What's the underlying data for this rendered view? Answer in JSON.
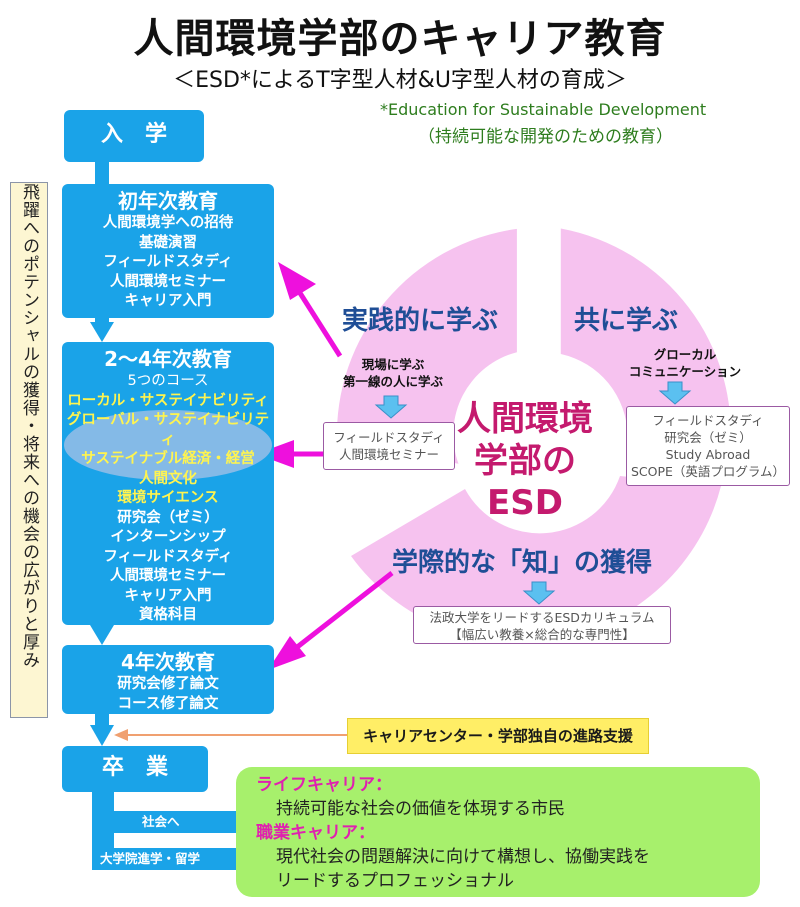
{
  "header": {
    "title": "人間環境学部のキャリア教育",
    "subtitle": "＜ESD*によるT字型人材&U字型人材の育成＞",
    "footnote_en": "*Education for Sustainable Development",
    "footnote_ja": "（持続可能な開発のための教育）"
  },
  "flow": {
    "entry": "入　学",
    "year1": {
      "title": "初年次教育",
      "items": [
        "人間環境学への招待",
        "基礎演習",
        "フィールドスタディ",
        "人間環境セミナー",
        "キャリア入門"
      ]
    },
    "year2_4": {
      "title": "2～4年次教育",
      "courses_label": "5つのコース",
      "courses": [
        "ローカル・サステイナビリティ",
        "グローバル・サステイナビリティ",
        "サステイナブル経済・経営",
        "人間文化",
        "環境サイエンス"
      ],
      "items": [
        "研究会（ゼミ）",
        "インターンシップ",
        "フィールドスタディ",
        "人間環境セミナー",
        "キャリア入門",
        "資格科目"
      ]
    },
    "year4": {
      "title": "4年次教育",
      "items": [
        "研究会修了論文",
        "コース修了論文"
      ]
    },
    "graduation": "卒　業",
    "to_society": "社会へ",
    "to_grad_school": "大学院進学・留学"
  },
  "sidebar_text": "飛躍へのポテンシャルの獲得・将来への機会の広がりと厚み",
  "esd_wheel": {
    "center_line1": "人間環境",
    "center_line2": "学部のESD",
    "practice": {
      "title": "実践的に学ぶ",
      "desc": [
        "現場に学ぶ",
        "第一線の人に学ぶ"
      ],
      "box": [
        "フィールドスタディ",
        "人間環境セミナー"
      ]
    },
    "together": {
      "title": "共に学ぶ",
      "desc": [
        "グローカル",
        "コミュニケーション"
      ],
      "box": [
        "フィールドスタディ",
        "研究会（ゼミ）",
        "Study Abroad",
        "SCOPE（英語プログラム）"
      ]
    },
    "knowledge": {
      "title": "学際的な「知」の獲得",
      "box": [
        "法政大学をリードするESDカリキュラム",
        "【幅広い教養×総合的な専門性】"
      ]
    }
  },
  "career_center": "キャリアセンター・学部独自の進路支援",
  "outcomes": {
    "life_label": "ライフキャリア：",
    "life_text": "持続可能な社会の価値を体現する市民",
    "work_label": "職業キャリア：",
    "work_text_line1": "現代社会の問題解決に向けて構想し、協働実践を",
    "work_text_line2": "リードするプロフェッショナル"
  },
  "colors": {
    "flow_blue": "#1aa3e8",
    "course_yellow": "#fff44f",
    "wheel_pink": "#f6c2ef",
    "arrow_magenta": "#ee10dd",
    "center_text": "#c41a6e",
    "heading_blue": "#1f4e96",
    "green_box": "#a7f06c",
    "career_yellow": "#ffee66"
  }
}
